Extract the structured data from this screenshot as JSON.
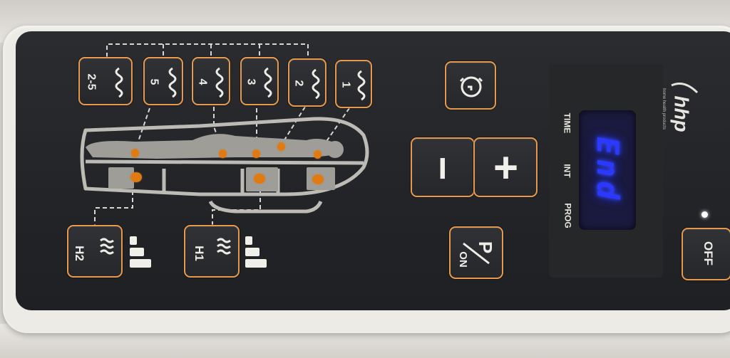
{
  "massage_zones": {
    "buttons": [
      {
        "label": "2-5"
      },
      {
        "label": "5"
      },
      {
        "label": "4"
      },
      {
        "label": "3"
      },
      {
        "label": "2"
      },
      {
        "label": "1"
      }
    ]
  },
  "heat": {
    "h2_label": "H2",
    "h1_label": "H1"
  },
  "controls": {
    "timer_icon": "timer-icon",
    "minus_label": "−",
    "plus_label": "+",
    "program_top": "P",
    "program_bottom": "ON",
    "off_label": "OFF"
  },
  "display": {
    "text": "End",
    "indicators": [
      "TIME",
      "INT",
      "PROG"
    ],
    "color": "#2b39ff"
  },
  "brand": {
    "logo": "hhp",
    "tagline": "home health products"
  },
  "colors": {
    "accent": "#e79a4e",
    "panel": "#26272a",
    "shell": "#ecebe6",
    "dots": "#e07b14"
  }
}
